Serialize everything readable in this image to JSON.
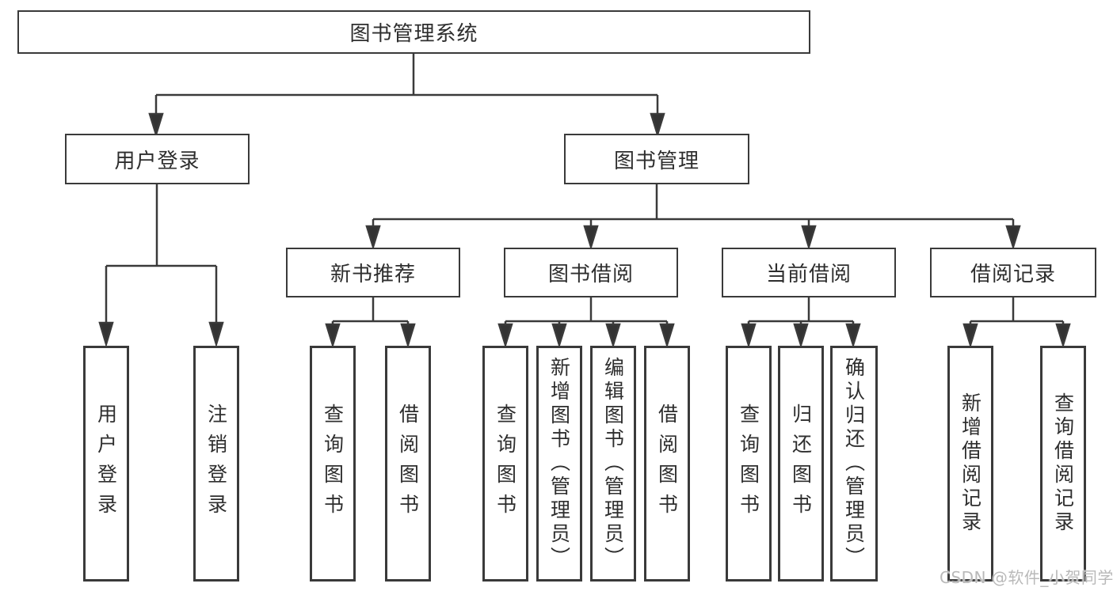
{
  "tree": {
    "root": {
      "label": "图书管理系统"
    },
    "branches": [
      {
        "label": "用户登录",
        "children": [
          {
            "label": "用户登录"
          },
          {
            "label": "注销登录"
          }
        ]
      },
      {
        "label": "图书管理",
        "groups": [
          {
            "label": "新书推荐",
            "children": [
              {
                "label": "查询图书"
              },
              {
                "label": "借阅图书"
              }
            ]
          },
          {
            "label": "图书借阅",
            "children": [
              {
                "label": "查询图书"
              },
              {
                "label": "新增图书（管理员）"
              },
              {
                "label": "编辑图书（管理员）"
              },
              {
                "label": "借阅图书"
              }
            ]
          },
          {
            "label": "当前借阅",
            "children": [
              {
                "label": "查询图书"
              },
              {
                "label": "归还图书"
              },
              {
                "label": "确认归还（管理员）"
              }
            ]
          },
          {
            "label": "借阅记录",
            "children": [
              {
                "label": "新增借阅记录"
              },
              {
                "label": "查询借阅记录"
              }
            ]
          }
        ]
      }
    ]
  },
  "watermark": {
    "text": "CSDN @软件_小贺同学"
  },
  "colors": {
    "line": "#3a3a3a",
    "text": "#2e2e2e",
    "watermark": "#b9b9b9",
    "background": "#ffffff"
  }
}
